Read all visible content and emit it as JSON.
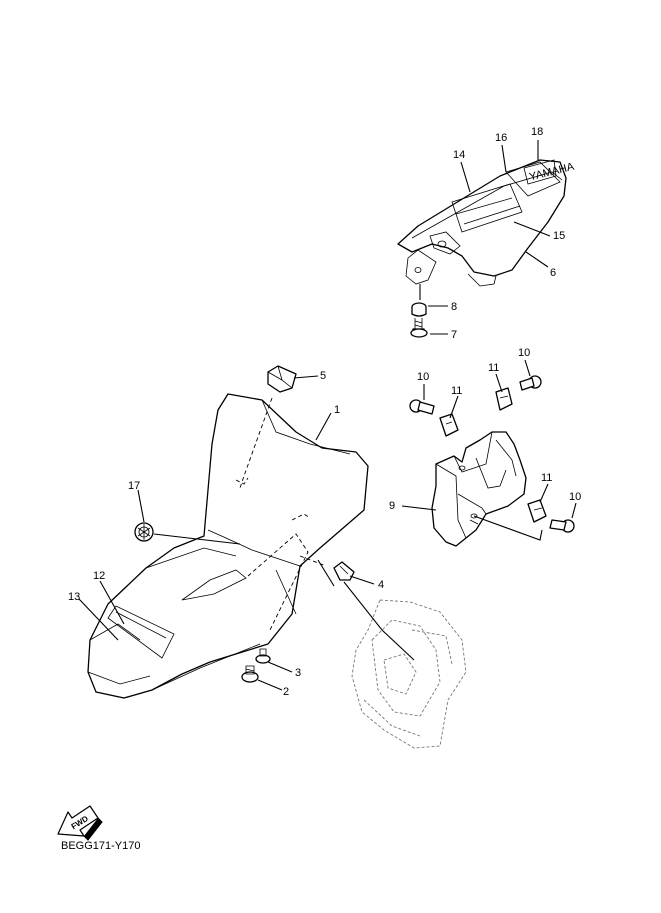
{
  "diagram_code": "BEGG171-Y170",
  "fwd_label": "FWD",
  "brand_mark": "YAMAHA",
  "callouts": {
    "c1": "1",
    "c2": "2",
    "c3": "3",
    "c4": "4",
    "c5": "5",
    "c6": "6",
    "c7": "7",
    "c8": "8",
    "c9": "9",
    "c10a": "10",
    "c10b": "10",
    "c10c": "10",
    "c11a": "11",
    "c11b": "11",
    "c11c": "11",
    "c12": "12",
    "c13": "13",
    "c14": "14",
    "c15": "15",
    "c16": "16",
    "c17": "17",
    "c18": "18"
  }
}
